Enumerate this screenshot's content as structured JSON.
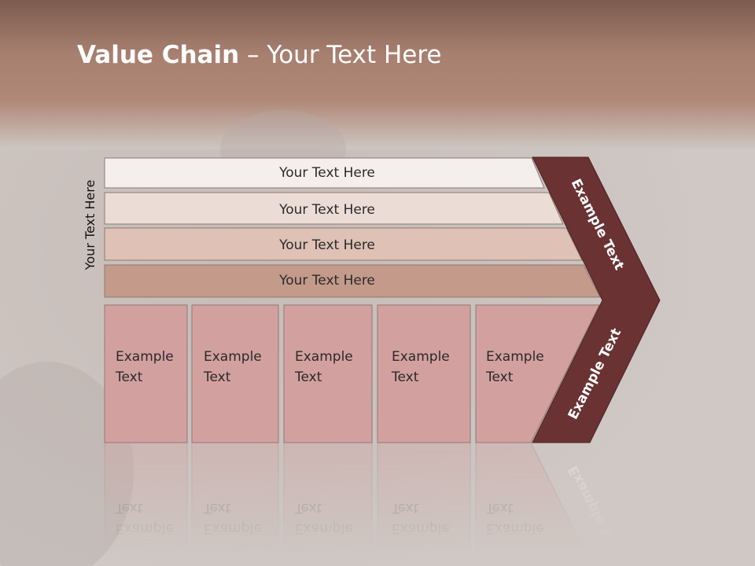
{
  "slide": {
    "title_bold": "Value Chain",
    "title_rest": " – Your Text Here",
    "vertical_label": "Your Text Here"
  },
  "bars": [
    {
      "label": "Your Text Here",
      "color": "#f4efed"
    },
    {
      "label": "Your Text Here",
      "color": "#ecdcd6"
    },
    {
      "label": "Your Text Here",
      "color": "#dfc1b5"
    },
    {
      "label": "Your Text Here",
      "color": "#c49a8a"
    }
  ],
  "boxes": [
    {
      "line1": "Example",
      "line2": "Text"
    },
    {
      "line1": "Example",
      "line2": "Text"
    },
    {
      "line1": "Example",
      "line2": "Text"
    },
    {
      "line1": "Example",
      "line2": "Text"
    },
    {
      "line1": "Example",
      "line2": "Text"
    }
  ],
  "arrow": {
    "upper_label": "Example Text",
    "lower_label": "Example Text",
    "color": "#6b3233"
  },
  "colors": {
    "header": "#a97d6c",
    "box_fill": "#d3a0a0"
  }
}
